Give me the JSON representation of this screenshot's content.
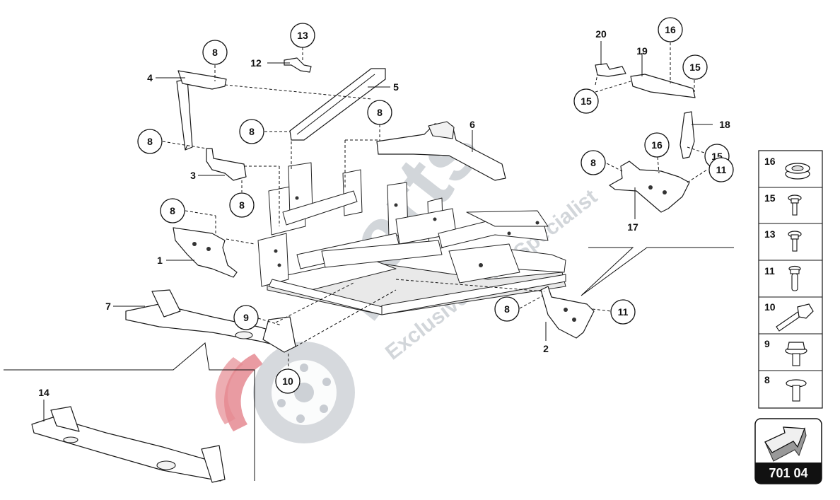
{
  "diagram": {
    "callouts": [
      "13",
      "8",
      "8",
      "8",
      "8",
      "8",
      "8",
      "8",
      "8",
      "9",
      "10",
      "16",
      "15",
      "15",
      "16",
      "15",
      "11",
      "11"
    ],
    "plain_labels": [
      "12",
      "4",
      "5",
      "6",
      "3",
      "1",
      "7",
      "20",
      "19",
      "18",
      "17",
      "2",
      "14"
    ]
  },
  "watermark": {
    "brand_main": "parts",
    "tagline": "Exclusive Parts Specialist"
  },
  "legend": {
    "items": [
      {
        "number": "16",
        "icon": "grommet-icon"
      },
      {
        "number": "15",
        "icon": "flange-screw-icon"
      },
      {
        "number": "13",
        "icon": "pan-screw-icon"
      },
      {
        "number": "11",
        "icon": "sleeve-bolt-icon"
      },
      {
        "number": "10",
        "icon": "long-bolt-icon"
      },
      {
        "number": "9",
        "icon": "hex-flange-bolt-icon"
      },
      {
        "number": "8",
        "icon": "rivet-icon"
      }
    ]
  },
  "badge": {
    "code": "701 04"
  },
  "colors": {
    "line": "#111111",
    "watermark_grey": "#c8ccd2",
    "watermark_red": "#e0707a",
    "badge_bg": "#111111"
  }
}
